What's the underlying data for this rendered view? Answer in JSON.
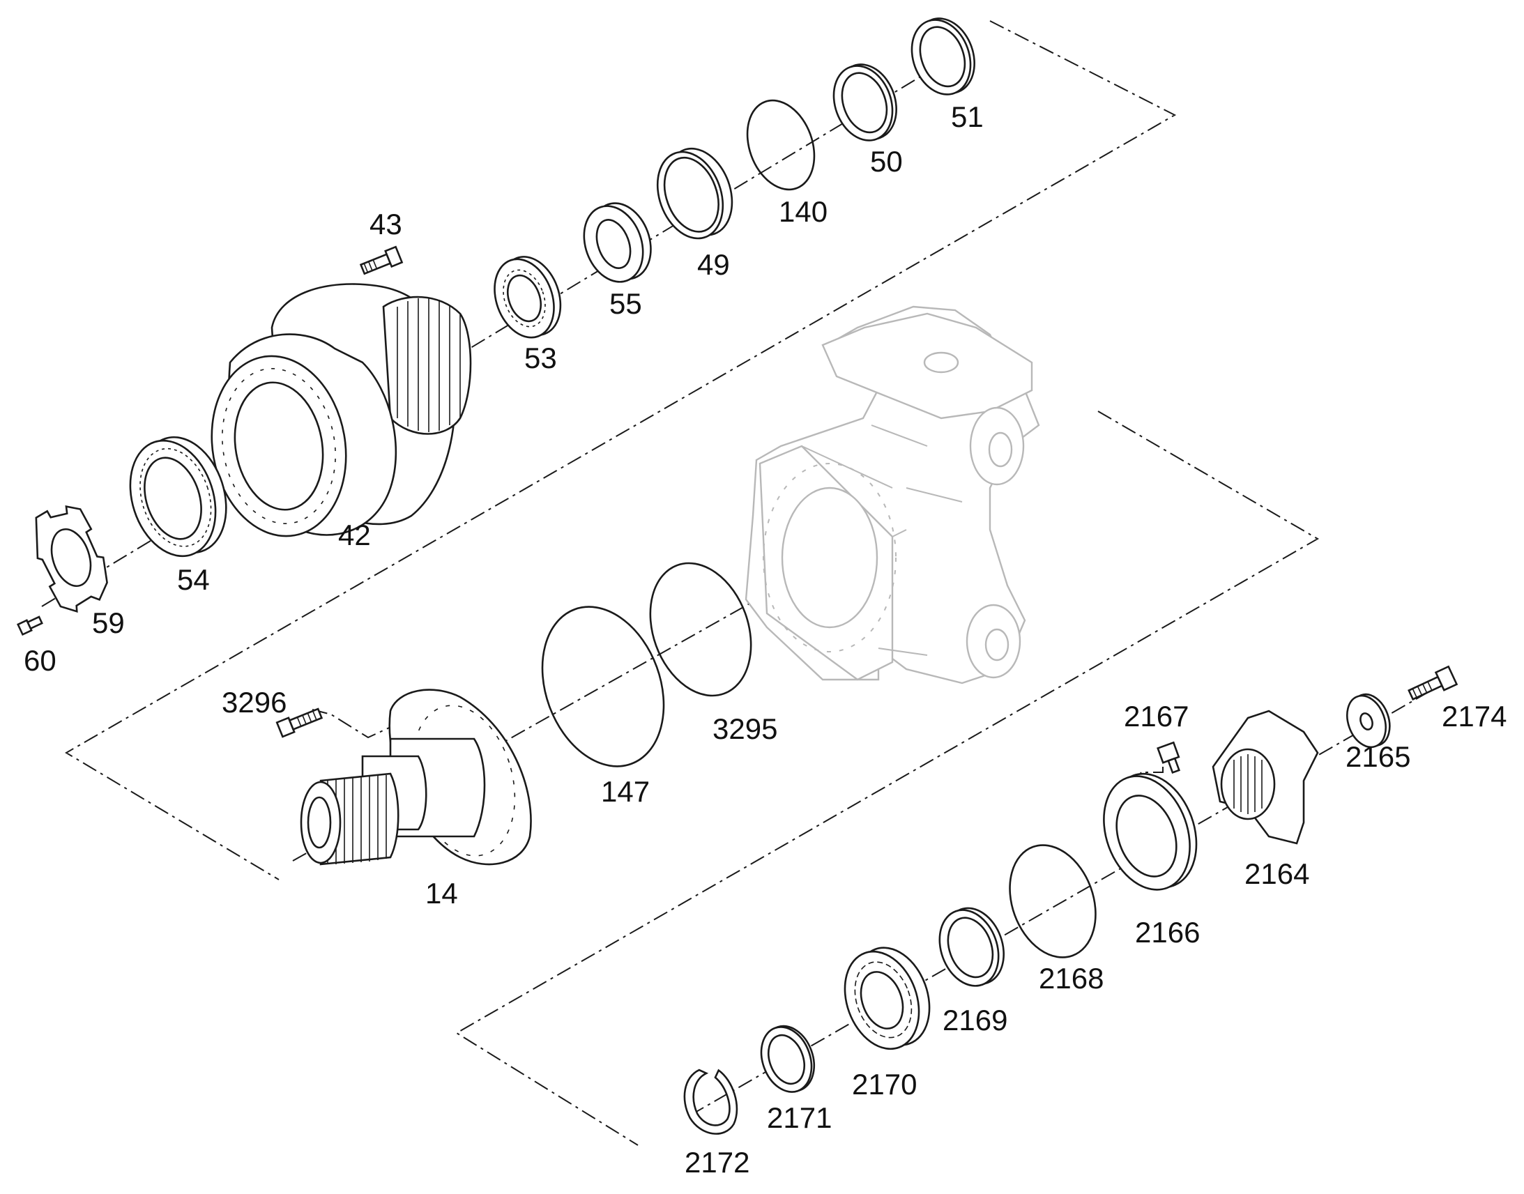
{
  "part_labels": [
    {
      "id": "p43",
      "text": "43"
    },
    {
      "id": "p53",
      "text": "53"
    },
    {
      "id": "p55",
      "text": "55"
    },
    {
      "id": "p49",
      "text": "49"
    },
    {
      "id": "p140",
      "text": "140"
    },
    {
      "id": "p50",
      "text": "50"
    },
    {
      "id": "p51",
      "text": "51"
    },
    {
      "id": "p42",
      "text": "42"
    },
    {
      "id": "p54",
      "text": "54"
    },
    {
      "id": "p59",
      "text": "59"
    },
    {
      "id": "p60",
      "text": "60"
    },
    {
      "id": "p3296",
      "text": "3296"
    },
    {
      "id": "p14",
      "text": "14"
    },
    {
      "id": "p147",
      "text": "147"
    },
    {
      "id": "p3295",
      "text": "3295"
    },
    {
      "id": "p2167",
      "text": "2167"
    },
    {
      "id": "p2174",
      "text": "2174"
    },
    {
      "id": "p2165",
      "text": "2165"
    },
    {
      "id": "p2164",
      "text": "2164"
    },
    {
      "id": "p2166",
      "text": "2166"
    },
    {
      "id": "p2168",
      "text": "2168"
    },
    {
      "id": "p2169",
      "text": "2169"
    },
    {
      "id": "p2170",
      "text": "2170"
    },
    {
      "id": "p2171",
      "text": "2171"
    },
    {
      "id": "p2172",
      "text": "2172"
    }
  ]
}
